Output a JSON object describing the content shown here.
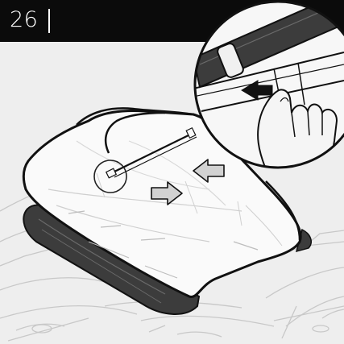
{
  "step": {
    "number": "26"
  },
  "colors": {
    "header_background": "#0b0b0b",
    "header_text": "#ffffff",
    "background": "#eeeeee",
    "roof_bag_dark": "#3c3c3c",
    "arrow_fill": "#d2d2d2"
  },
  "illustration": {
    "main_scene": "roof-bag-on-car-roof",
    "detail_inset": "hand-pushing-clip-into-roof-rail",
    "arrows": [
      "arrow-left",
      "arrow-right",
      "arrow-push"
    ]
  }
}
